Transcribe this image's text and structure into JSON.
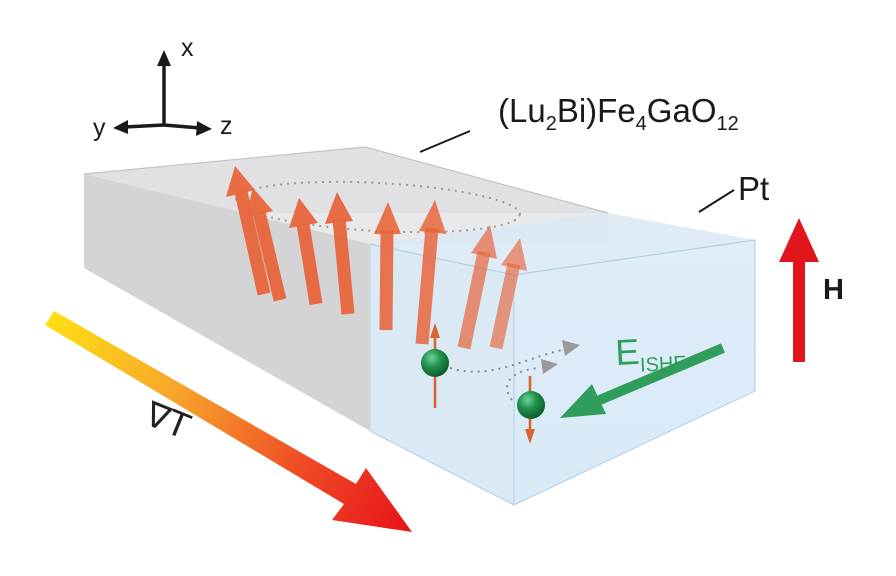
{
  "axes": {
    "x": "x",
    "y": "y",
    "z": "z"
  },
  "material": {
    "main": "(Lu",
    "sub1": "2",
    "mid1": "Bi)Fe",
    "sub2": "4",
    "mid2": "GaO",
    "sub3": "12"
  },
  "pt_label": "Pt",
  "field_label": "H",
  "gradient_label": "∇T",
  "eishe": {
    "main": "E",
    "sub": "ISHE"
  },
  "colors": {
    "magnon_arrow": "#e8663c",
    "field_arrow": "#e0161c",
    "eishe_arrow": "#2f9e5c",
    "electron": "#1f8f4a",
    "gradient_start": "#ffd81a",
    "gradient_end": "#e8151b",
    "yig_block": "#d6d6d8",
    "pt_block": "#cfe4f5"
  },
  "icons": {
    "axis_triad": "coordinate-axes-icon",
    "electron": "electron-sphere-icon",
    "spin": "spin-arrow-icon"
  }
}
